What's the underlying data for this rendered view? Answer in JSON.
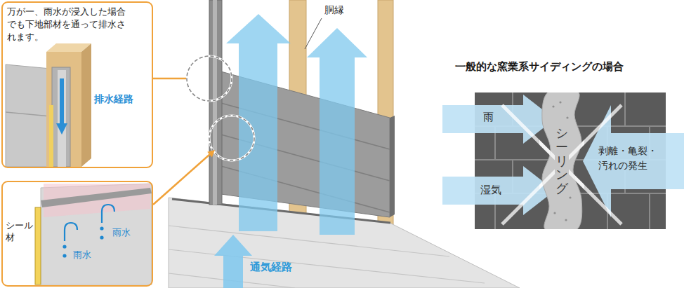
{
  "diagram": {
    "title": "一般的な窯業系サイディングの場合",
    "nodes": [
      {
        "text": [
          "万が一、雨水が浸入した場合でも下地部材を通って排水されます。",
          "排水経路"
        ]
      },
      {
        "text": [
          "シール材",
          "雨水",
          "雨水"
        ]
      },
      {
        "text": [
          "シーリング"
        ]
      }
    ],
    "labels": [
      "胴縁",
      "通気経路",
      "雨",
      "湿気",
      "剥離・亀裂・汚れの発生"
    ]
  }
}
